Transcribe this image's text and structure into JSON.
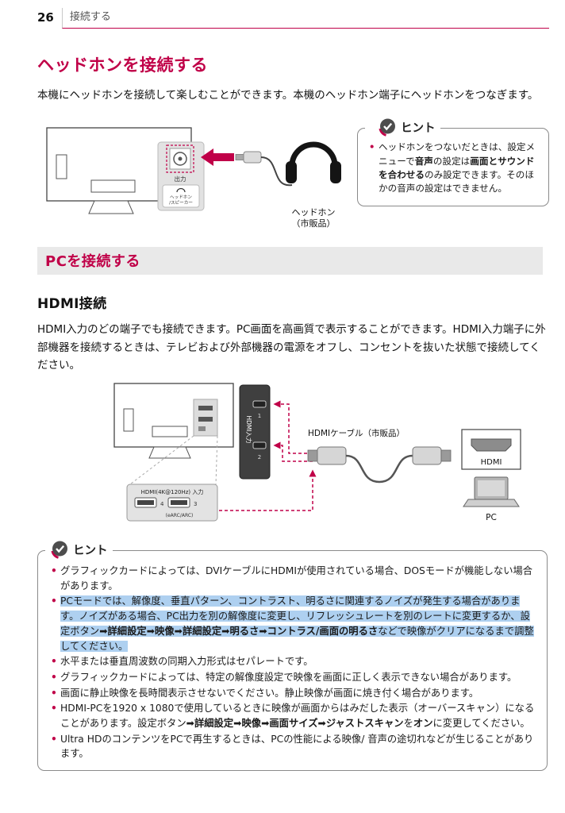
{
  "theme": {
    "accent": "#c00048",
    "highlight": "#aed0f0",
    "bar_bg": "#e9e9e9"
  },
  "header": {
    "page_number": "26",
    "section": "接続する"
  },
  "headphone_section": {
    "title": "ヘッドホンを接続する",
    "body": "本機にヘッドホンを接続して楽しむことができます。本機のヘッドホン端子にヘッドホンをつなぎます。",
    "diagram": {
      "jack_label": "出力",
      "jack_sublabel_1": "ヘッドホン",
      "jack_sublabel_2": "/スピーカー",
      "cable_label_1": "ヘッドホン",
      "cable_label_2": "（市販品）"
    },
    "hint": {
      "title": "ヒント",
      "bullets": [
        {
          "segments": [
            {
              "t": "ヘッドホンをつないだときは、設定メニューで"
            },
            {
              "t": "音声",
              "b": true
            },
            {
              "t": "の設定は"
            },
            {
              "t": "画面とサウンドを合わせる",
              "b": true
            },
            {
              "t": "のみ設定できます。そのほかの音声の設定はできません。"
            }
          ]
        }
      ]
    }
  },
  "pc_section": {
    "title": "PCを接続する",
    "subtitle": "HDMI接続",
    "body": "HDMI入力のどの端子でも接続できます。PC画面を高画質で表示することができます。HDMI入力端子に外部機器を接続するときは、テレビおよび外部機器の電源をオフし、コンセントを抜いた状態で接続してください。",
    "diagram": {
      "strip_label": "HDMI入力",
      "port1": "1",
      "port2": "2",
      "box4k_label": "HDMI(4K@120Hz) 入力",
      "port4": "4",
      "port3": "3",
      "earc_label": "(eARC/ARC)",
      "cable_label": "HDMIケーブル（市販品）",
      "hdmi_label": "HDMI",
      "pc_label": "PC"
    },
    "hint": {
      "title": "ヒント",
      "bullets": [
        {
          "segments": [
            {
              "t": "グラフィックカードによっては、DVIケーブルにHDMIが使用されている場合、DOSモードが機能しない場合があります。"
            }
          ]
        },
        {
          "segments": [
            {
              "t": "PCモードでは、解像度、垂直パターン、コントラスト、明るさに関連するノイズが発生する場合があります。ノイズがある場合、PC出力を別の解像度に変更し、リフレッシュレートを別のレートに変更するか、設定ボタン➡",
              "h": true
            },
            {
              "t": "詳細設定",
              "b": true,
              "h": true
            },
            {
              "t": "➡",
              "h": true
            },
            {
              "t": "映像",
              "b": true,
              "h": true
            },
            {
              "t": "➡",
              "h": true
            },
            {
              "t": "詳細設定",
              "b": true,
              "h": true
            },
            {
              "t": "➡",
              "h": true
            },
            {
              "t": "明るさ",
              "b": true,
              "h": true
            },
            {
              "t": "➡",
              "h": true
            },
            {
              "t": "コントラス/画面の明るさ",
              "b": true,
              "h": true
            },
            {
              "t": "などで映像がクリアになるまで調整してください。",
              "h": true
            }
          ]
        },
        {
          "segments": [
            {
              "t": "水平または垂直周波数の同期入力形式はセパレートです。"
            }
          ]
        },
        {
          "segments": [
            {
              "t": "グラフィックカードによっては、特定の解像度設定で映像を画面に正しく表示できない場合があります。"
            }
          ]
        },
        {
          "segments": [
            {
              "t": "画面に静止映像を長時間表示させないでください。静止映像が画面に焼き付く場合があります。"
            }
          ]
        },
        {
          "segments": [
            {
              "t": "HDMI-PCを1920 x 1080で使用しているときに映像が画面からはみだした表示（オーバースキャン）になることがあります。設定ボタン➡"
            },
            {
              "t": "詳細設定",
              "b": true
            },
            {
              "t": "➡"
            },
            {
              "t": "映像",
              "b": true
            },
            {
              "t": "➡"
            },
            {
              "t": "画面サイズ",
              "b": true
            },
            {
              "t": "➡"
            },
            {
              "t": "ジャストスキャン",
              "b": true
            },
            {
              "t": "を"
            },
            {
              "t": "オン",
              "b": true
            },
            {
              "t": "に変更してください。"
            }
          ]
        },
        {
          "segments": [
            {
              "t": "Ultra HDのコンテンツをPCで再生するときは、PCの性能による映像/ 音声の途切れなどが生じることがあります。"
            }
          ]
        }
      ]
    }
  }
}
